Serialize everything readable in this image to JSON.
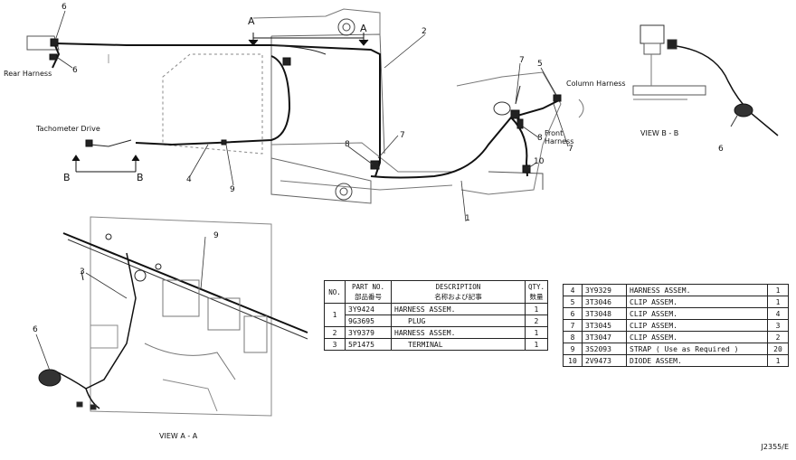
{
  "labels": {
    "rear_harness": "Rear Harness",
    "tachometer_drive": "Tachometer Drive",
    "column_harness": "Column Harness",
    "front_harness_1": "Front",
    "front_harness_2": "Harness",
    "view_b": "VIEW B - B",
    "view_a": "VIEW A - A",
    "section_a": "A",
    "section_b": "B",
    "doc_id": "J2355/E"
  },
  "callouts": {
    "n1": "1",
    "n2": "2",
    "n3": "3",
    "n4": "4",
    "n5": "5",
    "n6": "6",
    "n7": "7",
    "n8": "8",
    "n9": "9",
    "n10": "10"
  },
  "table1": {
    "headers": {
      "no": "NO.",
      "part_no_1": "PART NO.",
      "part_no_2": "部品番号",
      "desc_1": "DESCRIPTION",
      "desc_2": "名称および記事",
      "qty_1": "QTY.",
      "qty_2": "数量"
    },
    "rows": [
      {
        "no": "1",
        "part": "3Y9424",
        "desc": "HARNESS ASSEM.",
        "qty": "1"
      },
      {
        "no": "",
        "part": "9G3695",
        "desc": "PLUG",
        "qty": "2"
      },
      {
        "no": "2",
        "part": "3Y9379",
        "desc": "HARNESS ASSEM.",
        "qty": "1"
      },
      {
        "no": "3",
        "part": "5P1475",
        "desc": "TERMINAL",
        "qty": "1"
      }
    ]
  },
  "table2": {
    "rows": [
      {
        "no": "4",
        "part": "3Y9329",
        "desc": "HARNESS ASSEM.",
        "qty": "1"
      },
      {
        "no": "5",
        "part": "3T3046",
        "desc": "CLIP ASSEM.",
        "qty": "1"
      },
      {
        "no": "6",
        "part": "3T3048",
        "desc": "CLIP ASSEM.",
        "qty": "4"
      },
      {
        "no": "7",
        "part": "3T3045",
        "desc": "CLIP ASSEM.",
        "qty": "3"
      },
      {
        "no": "8",
        "part": "3T3047",
        "desc": "CLIP ASSEM.",
        "qty": "2"
      },
      {
        "no": "9",
        "part": "3S2093",
        "desc": "STRAP ( Use as Required )",
        "qty": "20"
      },
      {
        "no": "10",
        "part": "2V9473",
        "desc": "DIODE ASSEM.",
        "qty": "1"
      }
    ]
  }
}
